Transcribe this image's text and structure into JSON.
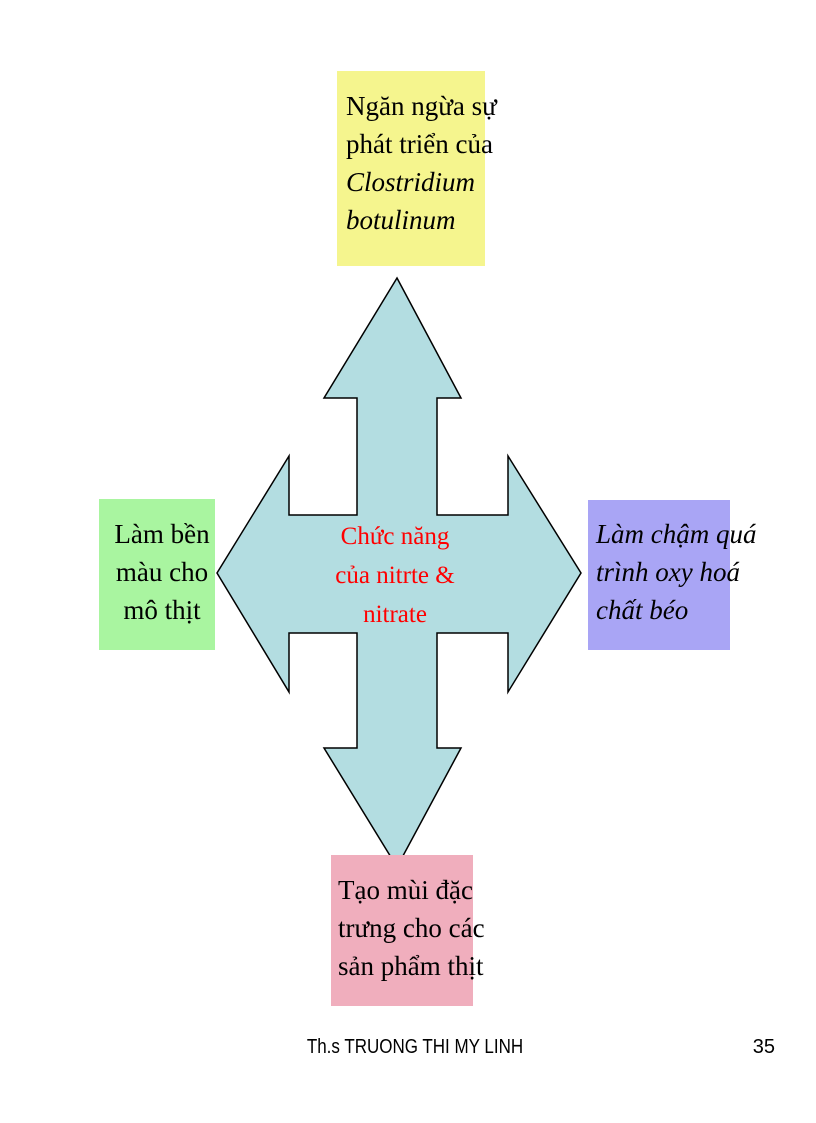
{
  "colors": {
    "arrow_fill": "#b3dde1",
    "arrow_stroke": "#000000",
    "top_box": "#f5f58e",
    "left_box": "#a9f5a0",
    "right_box": "#a9a5f5",
    "bottom_box": "#f0aebd",
    "center_text": "#ff0000"
  },
  "center": {
    "lines": [
      "Chức năng",
      "của nitrte &",
      "nitrate"
    ]
  },
  "boxes": {
    "top": {
      "lines": [
        {
          "text": "Ngăn ngừa sự",
          "italic": false
        },
        {
          "text": "phát triển của",
          "italic": false
        },
        {
          "text": "Clostridium",
          "italic": true
        },
        {
          "text": "botulinum",
          "italic": true
        }
      ]
    },
    "left": {
      "lines": [
        {
          "text": "Làm bền",
          "italic": false
        },
        {
          "text": "màu cho",
          "italic": false
        },
        {
          "text": "mô thịt",
          "italic": false
        }
      ]
    },
    "right": {
      "lines": [
        {
          "text": "Làm chậm quá",
          "italic": true
        },
        {
          "text": "trình oxy hoá",
          "italic": true
        },
        {
          "text": "chất béo",
          "italic": true
        }
      ]
    },
    "bottom": {
      "lines": [
        {
          "text": "Tạo mùi đặc",
          "italic": false
        },
        {
          "text": "trưng cho các",
          "italic": false
        },
        {
          "text": "sản phẩm thịt",
          "italic": false
        }
      ]
    }
  },
  "footer": {
    "author": "Th.s TRUONG THI MY LINH",
    "page": "35"
  }
}
